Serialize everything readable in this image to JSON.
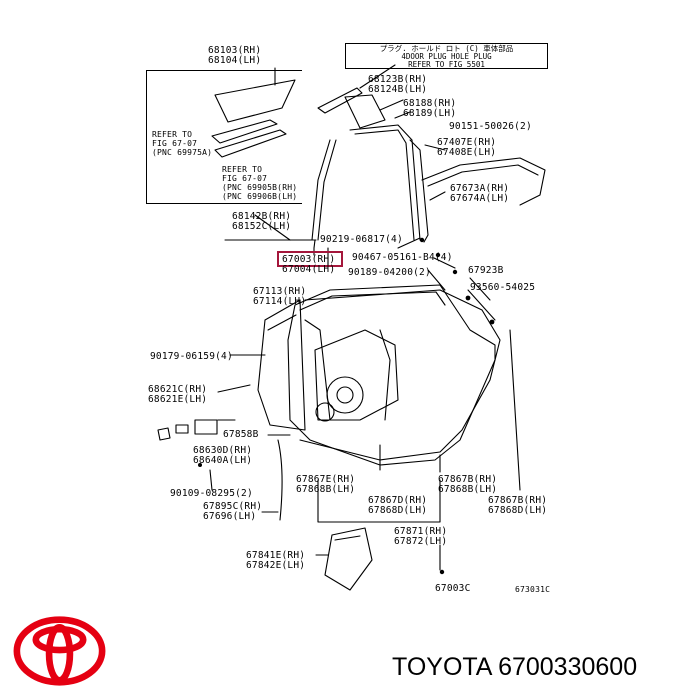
{
  "notes": {
    "box_line1": "プラグ. ホールド ロト (C) 車体部品",
    "box_line2": "4DOOR PLUG HOLE PLUG",
    "box_line3": "REFER TO FIG 5501"
  },
  "refer": {
    "a_line1": "REFER TO",
    "a_line2": "FIG 67-07",
    "a_line3": "(PNC 69975A)",
    "b_line1": "REFER TO",
    "b_line2": "FIG 67-07",
    "b_line3": "(PNC 69905B(RH)",
    "b_line4": "(PNC 69906B(LH)"
  },
  "parts": {
    "p68103": "68103(RH)",
    "p68104": "68104(LH)",
    "p68123": "68123B(RH)",
    "p68124": "68124B(LH)",
    "p68188": "68188(RH)",
    "p68189": "68189(LH)",
    "p90151": "90151-50026(2)",
    "p67407": "67407E(RH)",
    "p67408": "67408E(LH)",
    "p67673": "67673A(RH)",
    "p67674": "67674A(LH)",
    "p68142": "68142B(RH)",
    "p68152": "68152C(LH)",
    "p90219": "90219-06817(4)",
    "p67003": "67003(RH)",
    "p67004": "67004(LH)",
    "p90467": "90467-05161-B4(4)",
    "p90189": "90189-04200(2)",
    "p67923": "67923B",
    "p93560": "93560-54025",
    "p67113": "67113(RH)",
    "p67114": "67114(LH)",
    "p90179": "90179-06159(4)",
    "p68621": "68621C(RH)",
    "p68621b": "68621E(LH)",
    "p67858": "67858B",
    "p68630": "68630D(RH)",
    "p68640": "68640A(LH)",
    "p90109": "90109-08295(2)",
    "p67895": "67895C(RH)",
    "p67696": "67696(LH)",
    "p67867a": "67867E(RH)",
    "p67868a": "67868B(LH)",
    "p67867d": "67867D(RH)",
    "p67868d": "67868D(LH)",
    "p67867b": "67867B(RH)",
    "p67868b": "67868B(LH)",
    "p67867c": "67867B(RH)",
    "p67868c": "67868D(LH)",
    "p67871": "67871(RH)",
    "p67872": "67872(LH)",
    "p67841": "67841E(RH)",
    "p67842": "67842E(LH)",
    "p67003c": "67003C",
    "fig_code": "673031C"
  },
  "footer": {
    "brand": "TOYOTA",
    "part_number": "6700330600"
  },
  "colors": {
    "highlight": "#a4163b",
    "logo": "#e50012",
    "ink": "#000000"
  },
  "icons": {
    "logo": "toyota-logo-icon"
  }
}
